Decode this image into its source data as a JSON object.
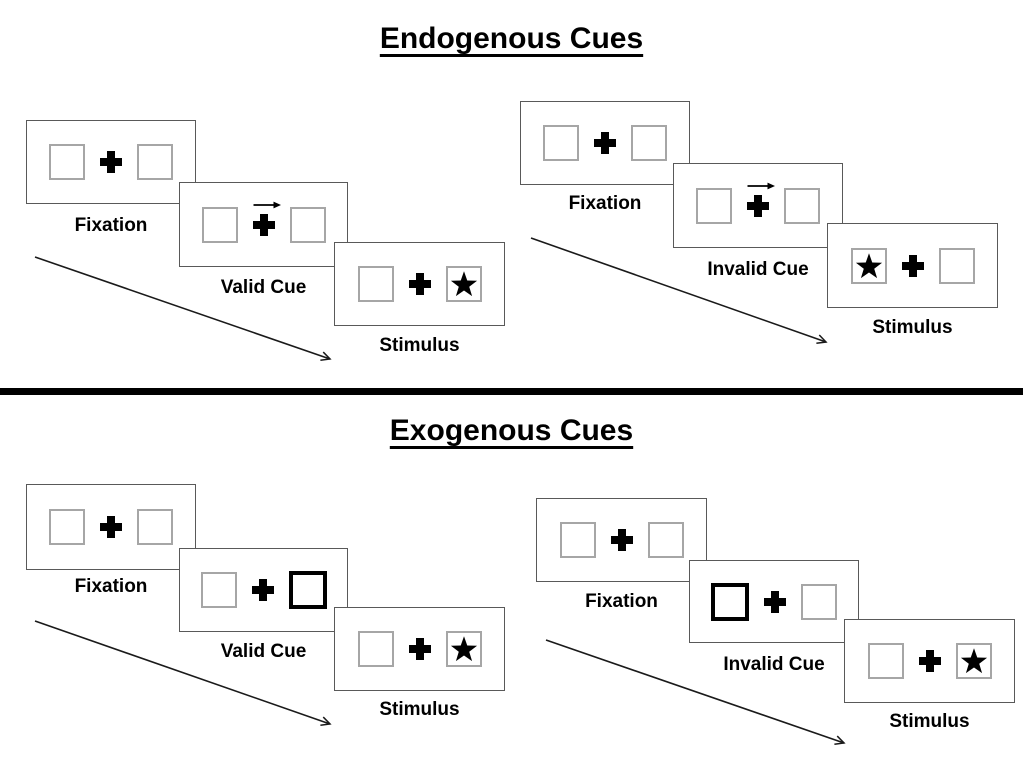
{
  "page": {
    "background": "#ffffff",
    "divider_color": "#000000"
  },
  "colors": {
    "panel_border": "#595959",
    "box_border": "#a6a6a6",
    "cue_highlight_border": "#000000",
    "ink": "#000000"
  },
  "sections": [
    {
      "title": "Endogenous Cues",
      "trials": [
        {
          "name": "valid-trial",
          "cue_kind": "central-right-arrow",
          "steps": [
            {
              "label": "Fixation",
              "left_box": "empty",
              "center": "plus-icon",
              "right_box": "empty"
            },
            {
              "label": "Valid Cue",
              "left_box": "empty",
              "center": "plus-icon",
              "cue": "right-arrow-icon",
              "right_box": "empty"
            },
            {
              "label": "Stimulus",
              "left_box": "empty",
              "center": "plus-icon",
              "right_box": "star-icon"
            }
          ]
        },
        {
          "name": "invalid-trial",
          "cue_kind": "central-right-arrow",
          "steps": [
            {
              "label": "Fixation",
              "left_box": "empty",
              "center": "plus-icon",
              "right_box": "empty"
            },
            {
              "label": "Invalid Cue",
              "left_box": "empty",
              "center": "plus-icon",
              "cue": "right-arrow-icon",
              "right_box": "empty"
            },
            {
              "label": "Stimulus",
              "left_box": "star-icon",
              "center": "plus-icon",
              "right_box": "empty"
            }
          ]
        }
      ]
    },
    {
      "title": "Exogenous Cues",
      "trials": [
        {
          "name": "valid-trial",
          "cue_kind": "peripheral-box-highlight",
          "steps": [
            {
              "label": "Fixation",
              "left_box": "empty",
              "center": "plus-icon",
              "right_box": "empty"
            },
            {
              "label": "Valid Cue",
              "left_box": "empty",
              "center": "plus-icon",
              "right_box": "highlighted"
            },
            {
              "label": "Stimulus",
              "left_box": "empty",
              "center": "plus-icon",
              "right_box": "star-icon"
            }
          ]
        },
        {
          "name": "invalid-trial",
          "cue_kind": "peripheral-box-highlight",
          "steps": [
            {
              "label": "Fixation",
              "left_box": "empty",
              "center": "plus-icon",
              "right_box": "empty"
            },
            {
              "label": "Invalid Cue",
              "left_box": "highlighted",
              "center": "plus-icon",
              "right_box": "empty"
            },
            {
              "label": "Stimulus",
              "left_box": "empty",
              "center": "plus-icon",
              "right_box": "star-icon"
            }
          ]
        }
      ]
    }
  ]
}
